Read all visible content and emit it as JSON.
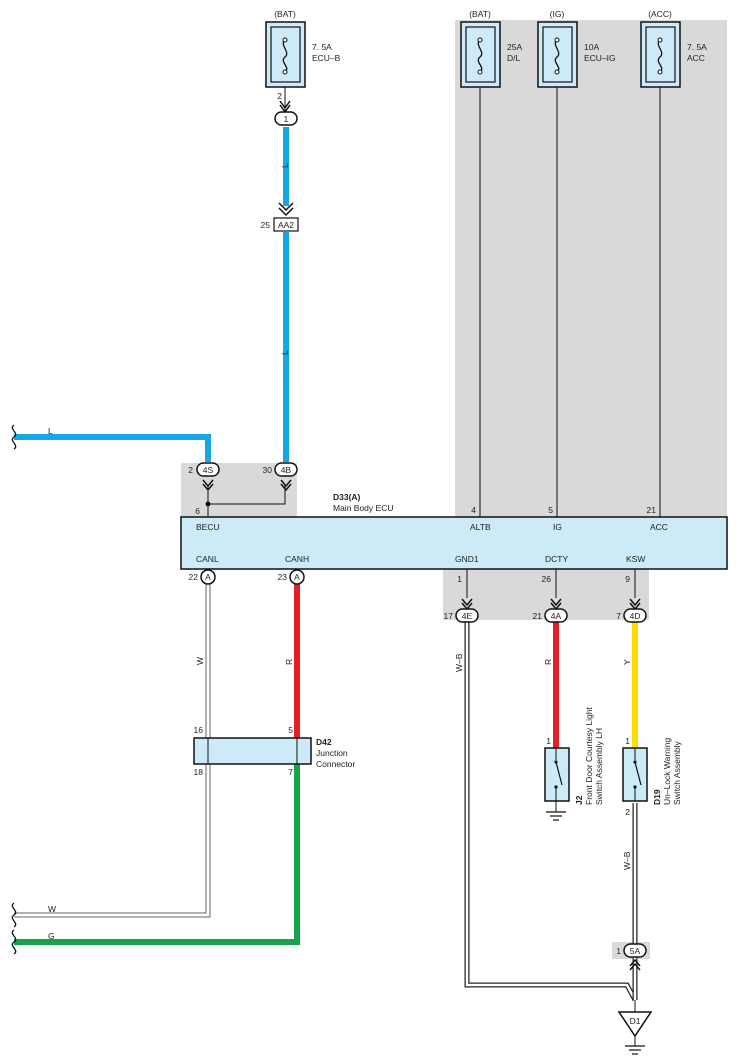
{
  "colors": {
    "wire_L": "#16a8e6",
    "wire_R": "#e61e25",
    "wire_G": "#17a34a",
    "wire_Y": "#ffdd00",
    "wire_W": "#ffffff",
    "wire_WB": "#ffffff",
    "shade": "#d9d9d9",
    "box_fill": "#cdeaf8"
  },
  "fuses": [
    {
      "source": "(BAT)",
      "rating": "7. 5A",
      "name": "ECU–B"
    },
    {
      "source": "(BAT)",
      "rating": "25A",
      "name": "D/L"
    },
    {
      "source": "(IG)",
      "rating": "10A",
      "name": "ECU–IG"
    },
    {
      "source": "(ACC)",
      "rating": "7. 5A",
      "name": "ACC"
    }
  ],
  "connectors": {
    "c1": {
      "label": "1",
      "pin": "2"
    },
    "aa2": {
      "label": "AA2",
      "pin": "25"
    },
    "c4s": {
      "label": "4S",
      "pin": "2"
    },
    "c4b": {
      "label": "4B",
      "pin": "30"
    },
    "splice_pin": "6",
    "cA1": {
      "label": "A",
      "pin": "22"
    },
    "cA2": {
      "label": "A",
      "pin": "23"
    },
    "c4e": {
      "label": "4E",
      "pin": "17",
      "ecu_pin": "1"
    },
    "c4a": {
      "label": "4A",
      "pin": "21",
      "ecu_pin": "26"
    },
    "c4d": {
      "label": "4D",
      "pin": "7",
      "ecu_pin": "9"
    },
    "c5a": {
      "label": "5A",
      "pin": "1"
    },
    "ground": {
      "label": "D1"
    }
  },
  "ecu": {
    "id": "D33(A)",
    "name": "Main Body ECU",
    "top_pins": [
      {
        "label": "BECU"
      },
      {
        "label": "ALTB",
        "pin": "4"
      },
      {
        "label": "IG",
        "pin": "5"
      },
      {
        "label": "ACC",
        "pin": "21"
      }
    ],
    "bottom_pins": [
      {
        "label": "CANL"
      },
      {
        "label": "CANH"
      },
      {
        "label": "GND1"
      },
      {
        "label": "DCTY"
      },
      {
        "label": "KSW"
      }
    ]
  },
  "wires": {
    "l_top_1": "L",
    "l_top_2": "L",
    "l_left": "L",
    "w_canl": "W",
    "r_canh": "R",
    "wb_gnd": "W–B",
    "r_dcty": "R",
    "y_ksw": "Y",
    "w_bottom": "W",
    "g_bottom": "G",
    "wb_d19": "W–B"
  },
  "junction": {
    "id": "D42",
    "name_line1": "Junction",
    "name_line2": "Connector",
    "pin_tl": "16",
    "pin_tr": "5",
    "pin_bl": "18",
    "pin_br": "7"
  },
  "switch_j2": {
    "id": "J2",
    "line1": "Front Door Courtesy Light",
    "line2": "Switch Assembly LH",
    "pin": "1"
  },
  "switch_d19": {
    "id": "D19",
    "line1": "Un–Lock Warning",
    "line2": "Switch Assembly",
    "pin_top": "1",
    "pin_bottom": "2"
  }
}
